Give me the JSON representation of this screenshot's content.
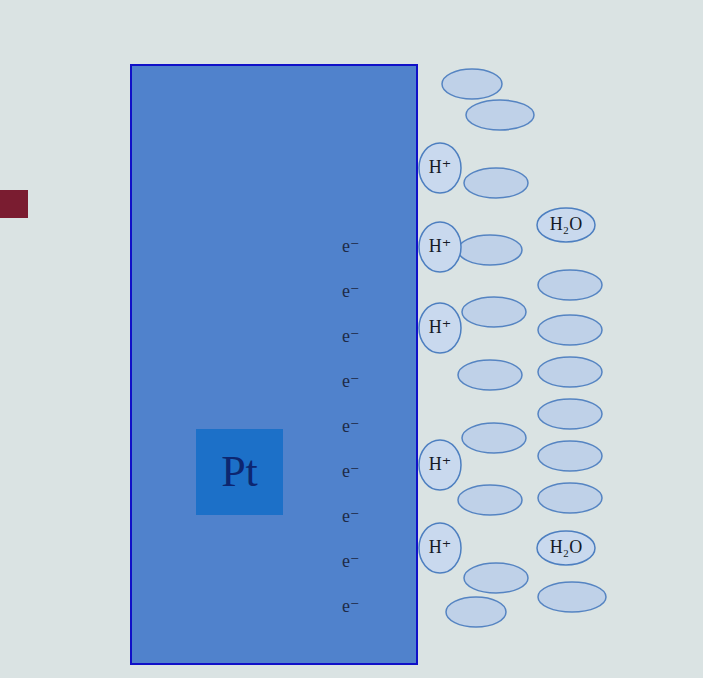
{
  "diagram": {
    "nodes": [
      {
        "text": [
          "e⁻",
          "e⁻",
          "e⁻",
          "e⁻",
          "e⁻",
          "e⁻",
          "e⁻",
          "e⁻",
          "e⁻"
        ]
      },
      {
        "text": [
          "Pt"
        ],
        "in": 0
      },
      {
        "text": [
          "H⁺"
        ]
      },
      {
        "text": [
          "H⁺"
        ]
      },
      {
        "text": [
          "H⁺"
        ]
      },
      {
        "text": [
          "H⁺"
        ]
      },
      {
        "text": [
          "H⁺"
        ]
      },
      {
        "text": [
          "H₂O"
        ]
      },
      {
        "text": [
          "H₂O"
        ]
      }
    ]
  }
}
